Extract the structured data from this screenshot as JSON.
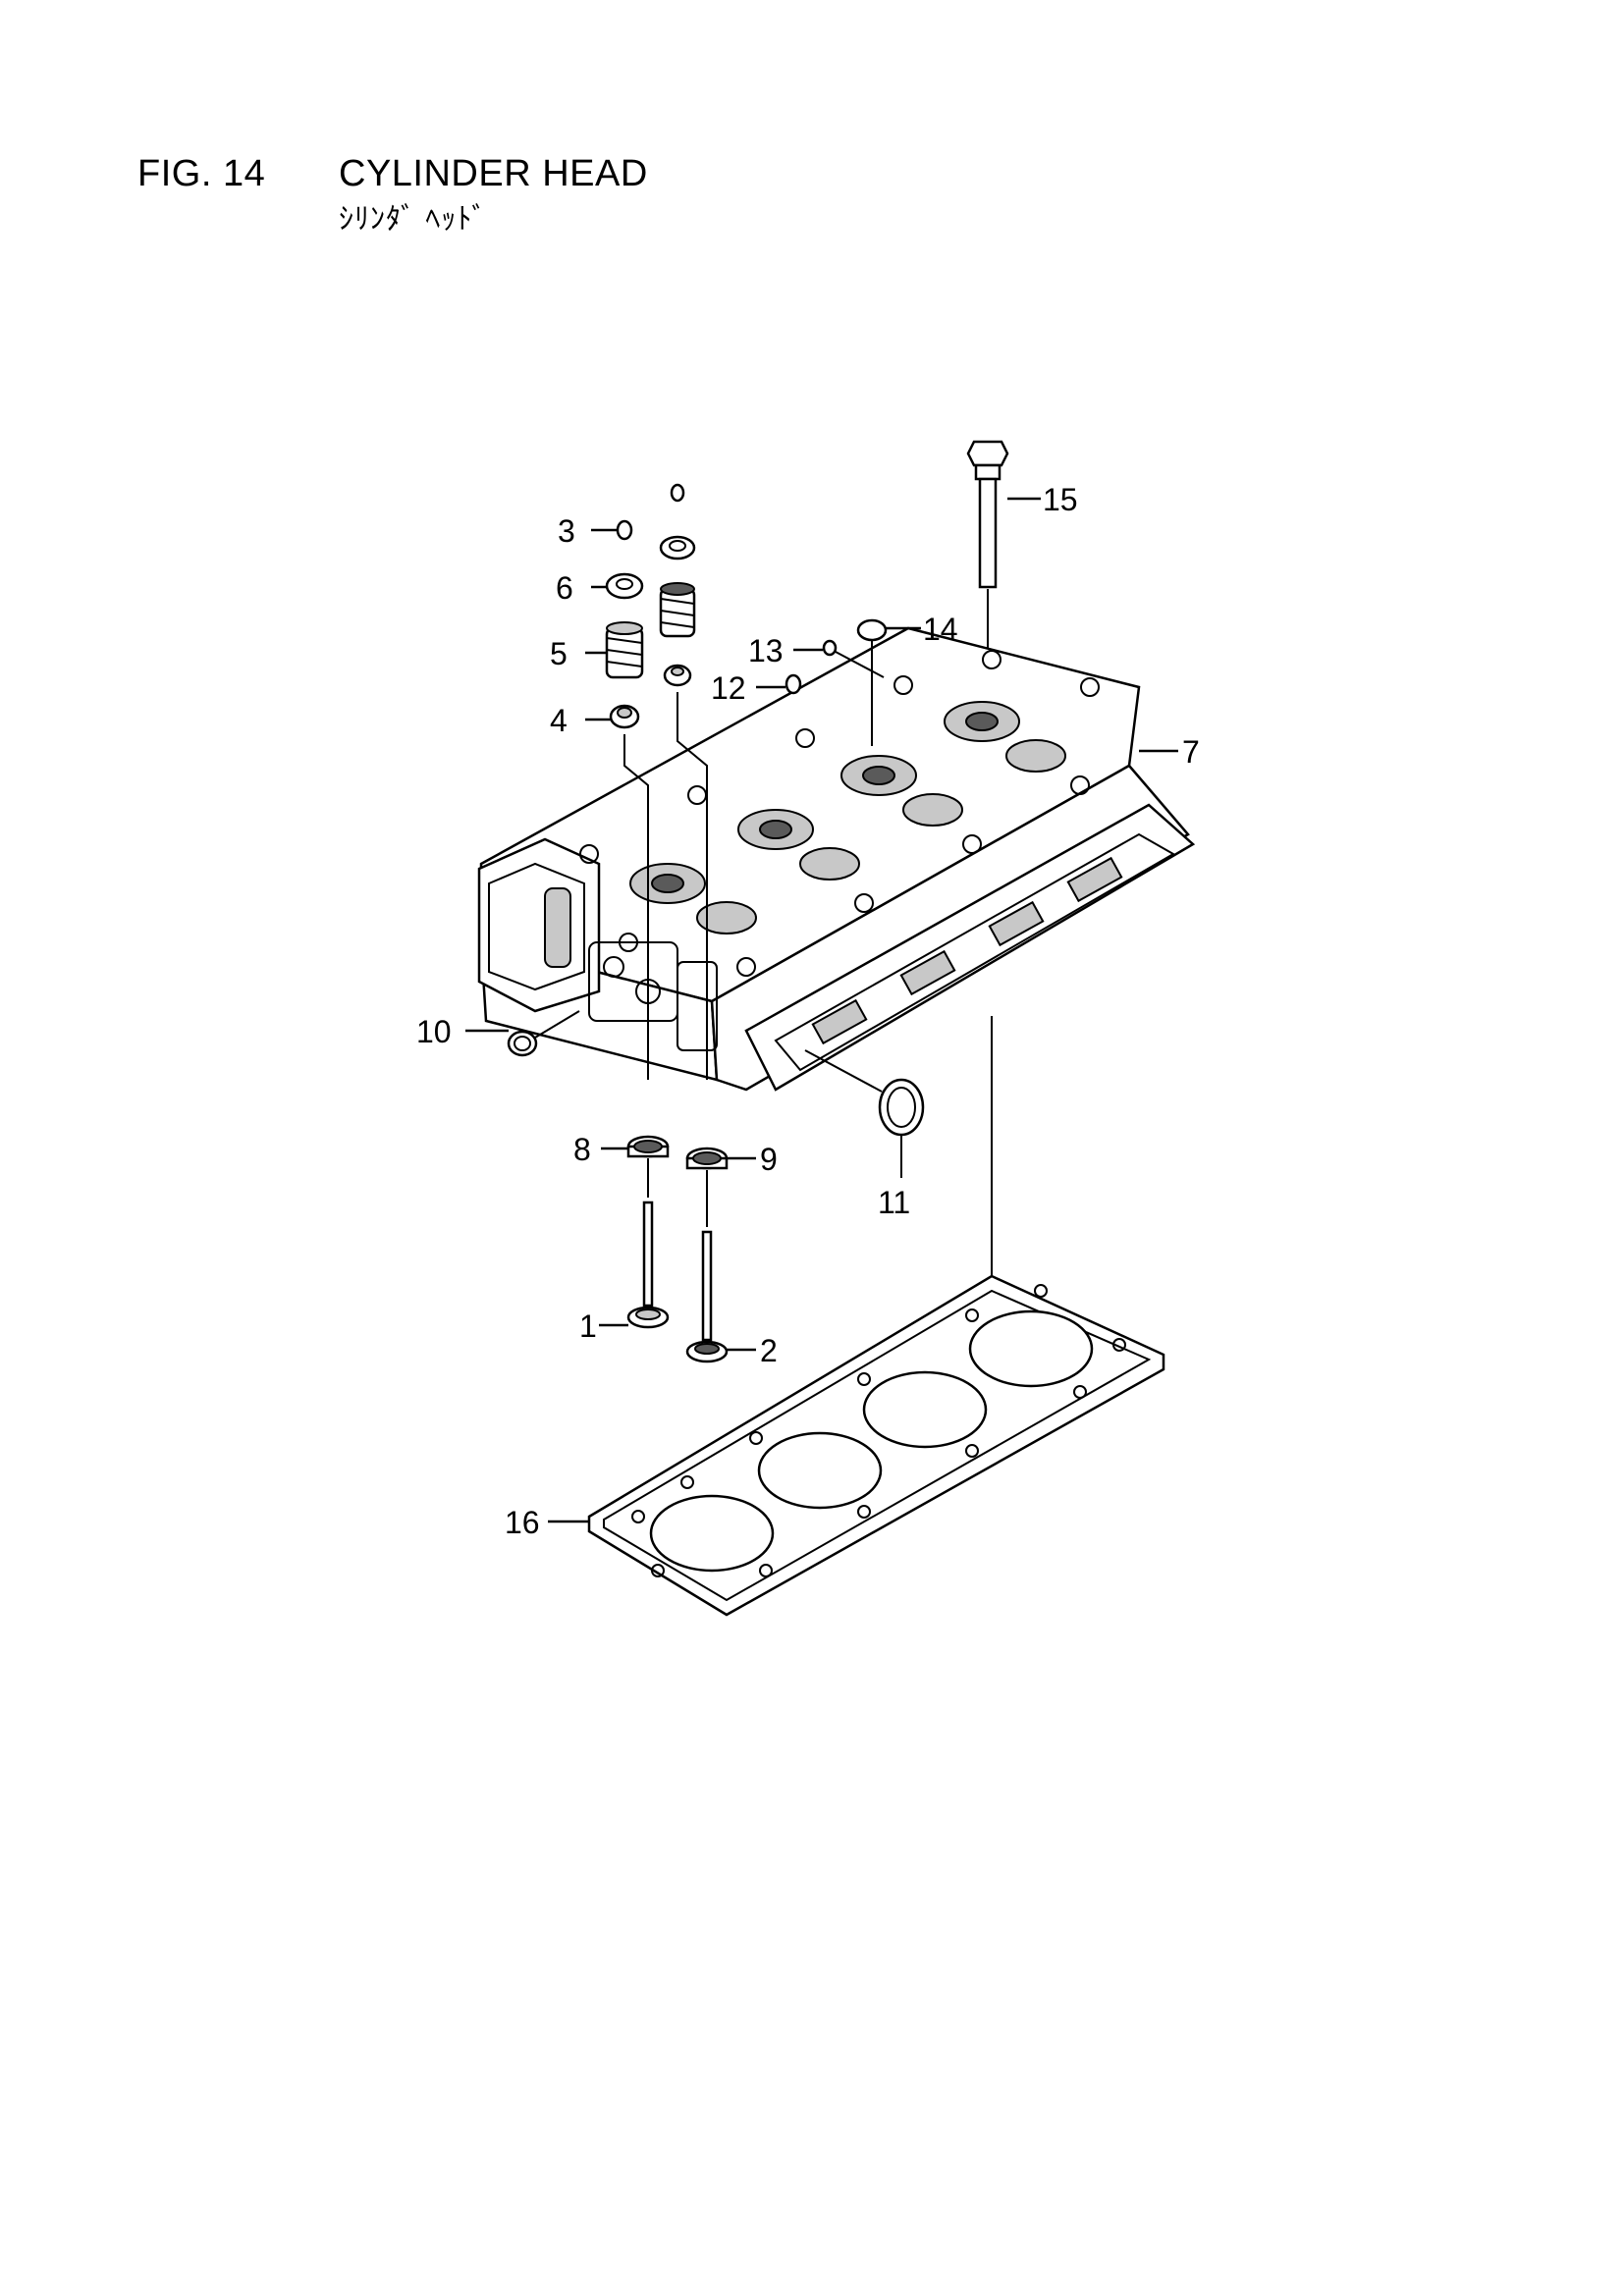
{
  "header": {
    "fig_number": "FIG. 14",
    "title": "CYLINDER HEAD",
    "subtitle": "ｼﾘﾝﾀﾞ ﾍｯﾄﾞ"
  },
  "callouts": {
    "c1": "1",
    "c2": "2",
    "c3": "3",
    "c4": "4",
    "c5": "5",
    "c6": "6",
    "c7": "7",
    "c8": "8",
    "c9": "9",
    "c10": "10",
    "c11": "11",
    "c12": "12",
    "c13": "13",
    "c14": "14",
    "c15": "15",
    "c16": "16"
  }
}
